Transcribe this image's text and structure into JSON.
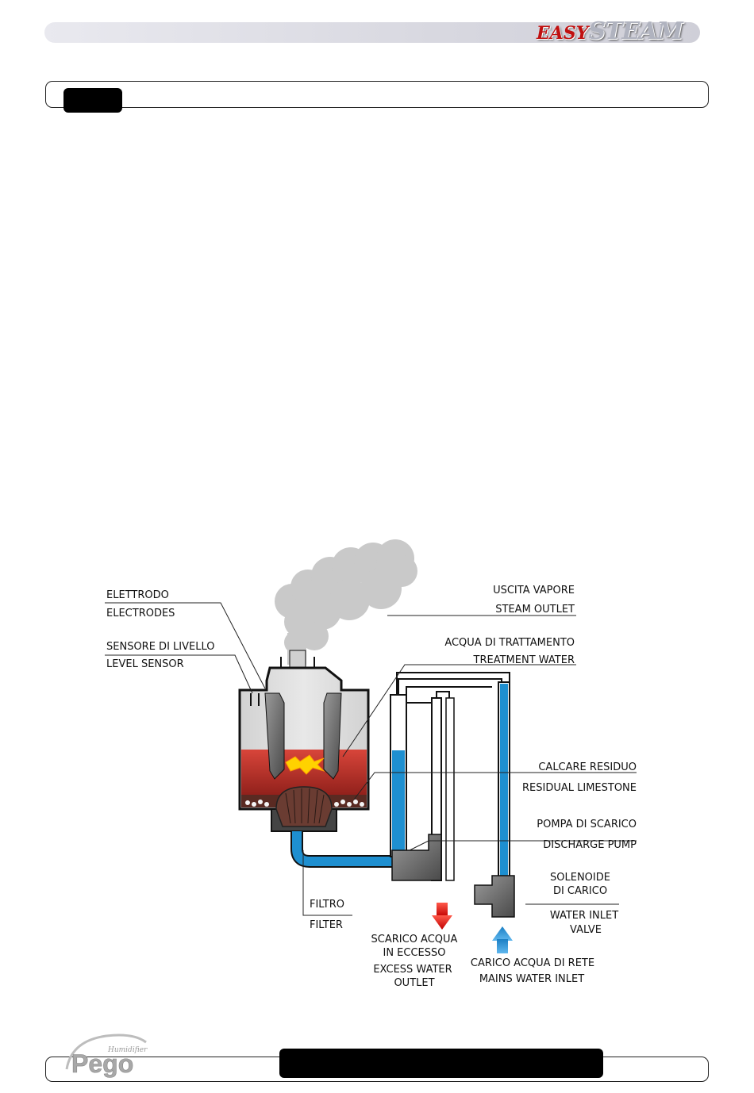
{
  "header": {
    "brand_easy": "EASY",
    "brand_steam": "STEAM"
  },
  "footer": {
    "logo_small": "Humidifier",
    "logo_main": "Pego"
  },
  "diagram": {
    "labels": {
      "electrode_it": "ELETTRODO",
      "electrode_en": "ELECTRODES",
      "level_sensor_it": "SENSORE DI LIVELLO",
      "level_sensor_en": "LEVEL SENSOR",
      "steam_outlet_it": "USCITA VAPORE",
      "steam_outlet_en": "STEAM OUTLET",
      "treatment_water_it": "ACQUA DI TRATTAMENTO",
      "treatment_water_en": "TREATMENT WATER",
      "limestone_it": "CALCARE RESIDUO",
      "limestone_en": "RESIDUAL LIMESTONE",
      "pump_it": "POMPA DI SCARICO",
      "pump_en": "DISCHARGE PUMP",
      "solenoid_it_1": "SOLENOIDE",
      "solenoid_it_2": "DI CARICO",
      "solenoid_en_1": "WATER INLET",
      "solenoid_en_2": "VALVE",
      "filter_it": "FILTRO",
      "filter_en": "FILTER",
      "excess_it_1": "SCARICO ACQUA",
      "excess_it_2": "IN ECCESSO",
      "excess_en_1": "EXCESS WATER",
      "excess_en_2": "OUTLET",
      "mains_it": "CARICO ACQUA DI RETE",
      "mains_en": "MAINS WATER INLET"
    },
    "colors": {
      "water": "#1e8fd0",
      "boiling_water": "#c8322a",
      "steam": "#c8c8c8",
      "cylinder": "#dcdcdc",
      "outlet_arrow": "#e01818",
      "inlet_arrow": "#2a8fd6"
    }
  }
}
